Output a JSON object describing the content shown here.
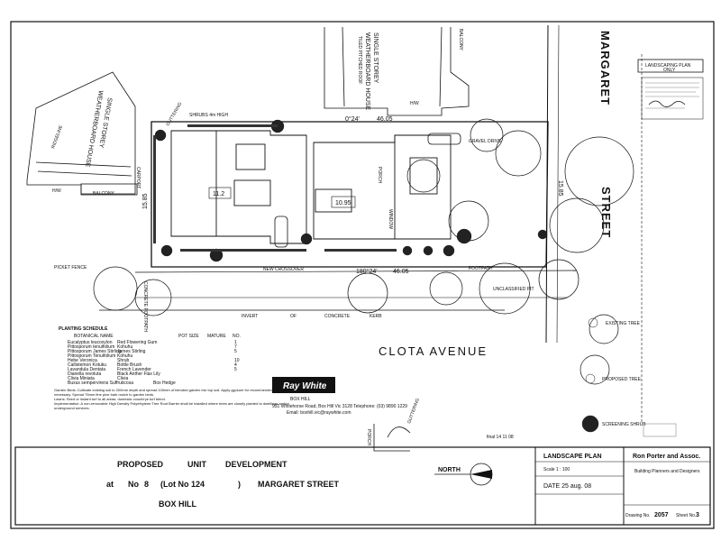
{
  "streets": {
    "margaret": "MARGARET",
    "street": "STREET",
    "clota": "CLOTA   AVENUE"
  },
  "houses": {
    "left": [
      "SINGLE STOREY",
      "WEATHERBOARD HOUSE"
    ],
    "top": [
      "SINGLE STOREY",
      "WEATHERBOARD HOUSE",
      "TILED PITCHED ROOF"
    ],
    "balcony": "BALCONY",
    "carport": "CARPORT",
    "hw": "H/W",
    "ridgeline": "RIDGELINE"
  },
  "site": {
    "shrubs": "SHRUBS 4m HIGH",
    "top_dim": "46.05",
    "top_bearing": "0°24'",
    "bottom_dim": "46.05",
    "bottom_bearing": "180°24'",
    "side_dim": "15.85",
    "left_dim": "15.85",
    "picket_fence": "PICKET FENCE",
    "new_crossover": "NEW CROSSOVER",
    "footpath": "FOOTPATH",
    "unclassified_pit": "UNCLASSIFIED PIT",
    "gravel_drive": "GRAVEL DRIVE",
    "invert": "INVERT",
    "of": "OF",
    "concrete": "CONCRETE",
    "kerb": "KERB",
    "concrete_footpath": "CONCRETE FOOTPATH",
    "area_1": "11.2",
    "area_2": "10.95",
    "porch": "PORCH",
    "guttering": "GUTTERING",
    "window": "WINDOW"
  },
  "stamp": {
    "line1": "LANDSCAPING PLAN",
    "line2": "ONLY"
  },
  "planting_schedule": {
    "title": "PLANTING SCHEDULE",
    "headers": [
      "BOTANICAL NAME",
      "POT SIZE",
      "MATURE",
      "NO."
    ],
    "rows": [
      [
        "Eucalyptus leucoxylon",
        "Red Flowering Gum",
        "1",
        ""
      ],
      [
        "Pittosporum tenuifolium",
        "Kohuhu",
        "7",
        ""
      ],
      [
        "Pittosporum James Stirling",
        "James Stirling",
        "5",
        ""
      ],
      [
        "Pittosporum Tenuifolium",
        "Kohuhu",
        "",
        ""
      ],
      [
        "Hebe Veronica",
        "Shrub",
        "10",
        ""
      ],
      [
        "Callistemon Kotuku",
        "Bottle Brush",
        "4",
        ""
      ],
      [
        "Lavandula Dentata",
        "French Lavender",
        "5",
        ""
      ],
      [
        "Dianella revoluta",
        "Black Anther Flax Lily",
        "",
        ""
      ],
      [
        "Clivia Miniata",
        "Clivia",
        "",
        ""
      ],
      [
        "Buxus sempervirens Suffruticosa",
        "Box Hedge",
        "",
        ""
      ]
    ],
    "note1": "Garden Beds: Cultivate existing soil to 200mm depth and spread 100mm of blended garden mix top soil. Apply gypsum for recommended area where necessary. Spread 75mm fine pine bark mulch to garden beds.",
    "note2": "Lawns: Seed or instant turf to all areas; domestic couch/rye turf blend.",
    "note3": "Implementation: A non-removable High Density Polyethylene Tree Root Barrier shall be installed where trees are closely planted to dwellings and/or underground services."
  },
  "agency": {
    "logo": "Ray White",
    "branch": "BOX HILL",
    "address": "931 Whitehorse Road, Box Hill Vic 3128 Telephone: (03) 9890 1229",
    "email": "Email: boxhill.vic@raywhite.com"
  },
  "legend": {
    "existing": "EXISTING TREE",
    "proposed": "PROPOSED TREE",
    "screening": "SCREENING SHRUB"
  },
  "title_block": {
    "line1_a": "PROPOSED",
    "line1_b": "UNIT",
    "line1_c": "DEVELOPMENT",
    "line2_a": "at",
    "line2_b": "No",
    "line2_c": "8",
    "line2_d": "(Lot No 124",
    "line2_e": ")",
    "line2_f": "MARGARET STREET",
    "line3": "BOX HILL",
    "north": "NORTH",
    "sheet_title": "LANDSCAPE  PLAN",
    "scale": "Scale  1 : 100",
    "date": "DATE  25  aug. 08",
    "firm": "Ron Porter and Assoc.",
    "firm_sub": "Building Planners and Designers",
    "drawing_no_label": "Drawing No.",
    "drawing_no": "2057",
    "sheet_label": "Sheet No.",
    "sheet_no": "3",
    "final": "final  14  11  08"
  }
}
